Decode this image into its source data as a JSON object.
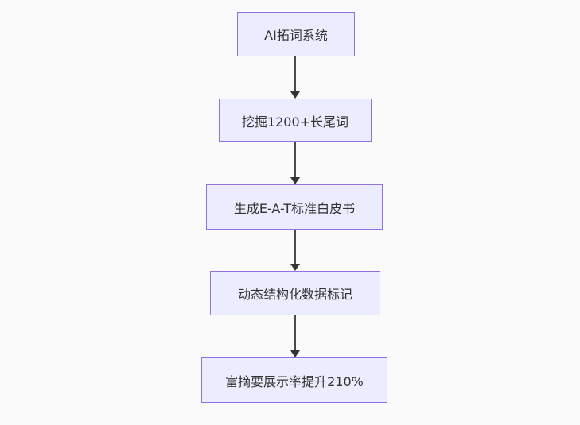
{
  "flowchart": {
    "type": "vertical-flowchart",
    "nodes": [
      {
        "label": "AI拓词系统"
      },
      {
        "label": "挖掘1200+长尾词"
      },
      {
        "label": "生成E-A-T标准白皮书"
      },
      {
        "label": "动态结构化数据标记"
      },
      {
        "label": "富摘要展示率提升210%"
      }
    ],
    "edges": [
      {
        "from": 0,
        "to": 1,
        "direction": "down"
      },
      {
        "from": 1,
        "to": 2,
        "direction": "down"
      },
      {
        "from": 2,
        "to": 3,
        "direction": "down"
      },
      {
        "from": 3,
        "to": 4,
        "direction": "down"
      }
    ],
    "colors": {
      "node_fill": "#ECECFF",
      "node_border": "#9370DB",
      "arrow_line": "#4A4A4A",
      "arrow_head": "#333333",
      "text": "#333333",
      "background": "#FAFAFA"
    }
  }
}
